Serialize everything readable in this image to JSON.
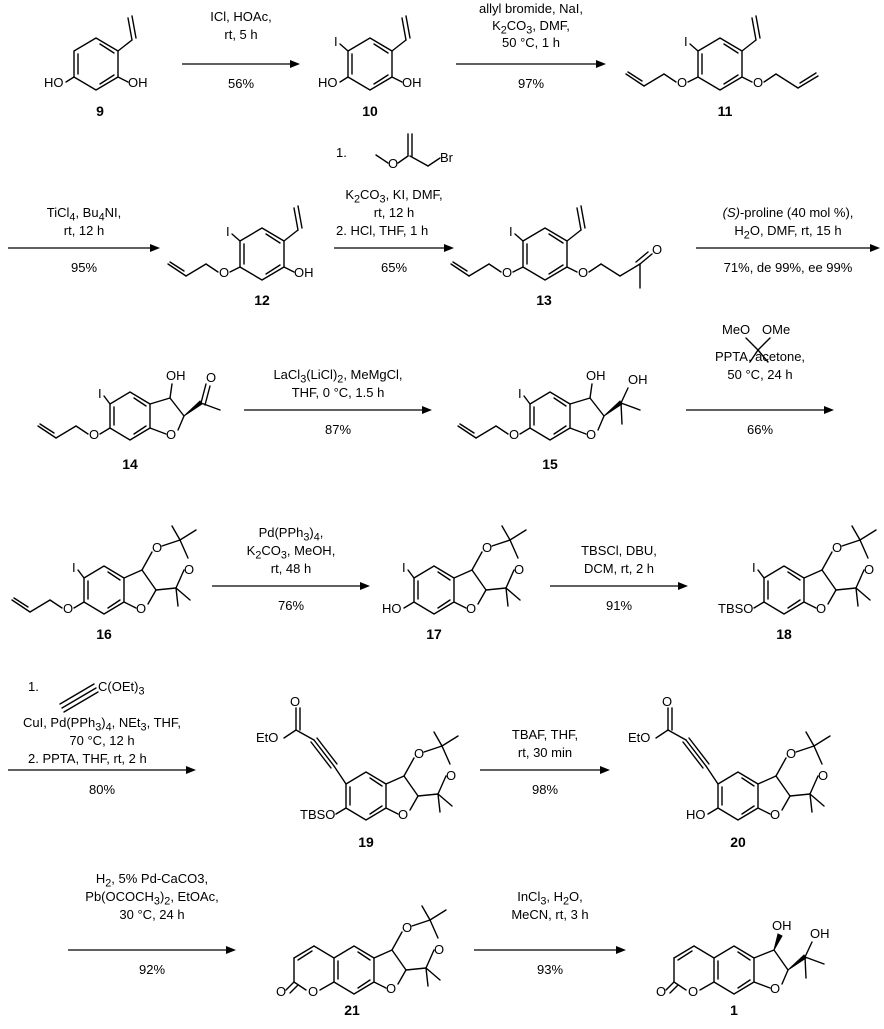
{
  "compounds": {
    "c9": "9",
    "c10": "10",
    "c11": "11",
    "c12": "12",
    "c13": "13",
    "c14": "14",
    "c15": "15",
    "c16": "16",
    "c17": "17",
    "c18": "18",
    "c19": "19",
    "c20": "20",
    "c21": "21",
    "c1": "1"
  },
  "steps": {
    "s1": [
      "ICl, HOAc,",
      "rt, 5 h",
      "56%"
    ],
    "s2": [
      "allyl bromide, NaI,",
      "K2CO3, DMF,",
      "50 °C, 1 h",
      "97%"
    ],
    "s3": [
      "TiCl4, Bu4NI,",
      "rt, 12 h",
      "95%"
    ],
    "s4": [
      "1.",
      "K2CO3, KI, DMF,",
      "rt, 12 h",
      "2.  HCl, THF, 1 h",
      "65%"
    ],
    "s5": [
      "(S)-proline (40 mol %),",
      "H2O, DMF, rt, 15 h",
      "71%, de 99%, ee 99%"
    ],
    "s6": [
      "LaCl3(LiCl)2, MeMgCl,",
      "THF, 0 °C, 1.5 h",
      "87%"
    ],
    "s7": [
      "MeO OMe",
      "PPTA, acetone,",
      "50 °C, 24 h",
      "66%"
    ],
    "s8": [
      "Pd(PPh3)4,",
      "K2CO3, MeOH,",
      "rt, 48 h",
      "76%"
    ],
    "s9": [
      "TBSCl, DBU,",
      "DCM, rt, 2 h",
      "91%"
    ],
    "s10": [
      "1.",
      "C(OEt)3",
      "CuI, Pd(PPh3)4, NEt3, THF,",
      "70 °C, 12 h",
      "2. PPTA, THF, rt, 2 h",
      "80%"
    ],
    "s11": [
      "TBAF, THF,",
      "rt, 30 min",
      "98%"
    ],
    "s12": [
      "H2, 5% Pd-CaCO3,",
      "Pb(OCOCH3)2, EtOAc,",
      "30 °C, 24 h",
      "92%"
    ],
    "s13": [
      "InCl3, H2O,",
      "MeCN, rt, 3 h",
      "93%"
    ]
  },
  "atoms": {
    "HO": "HO",
    "OH": "OH",
    "I": "I",
    "O": "O",
    "Br": "Br",
    "TBSO": "TBSO",
    "EtO": "EtO",
    "MeO": "MeO",
    "OMe": "OMe"
  }
}
